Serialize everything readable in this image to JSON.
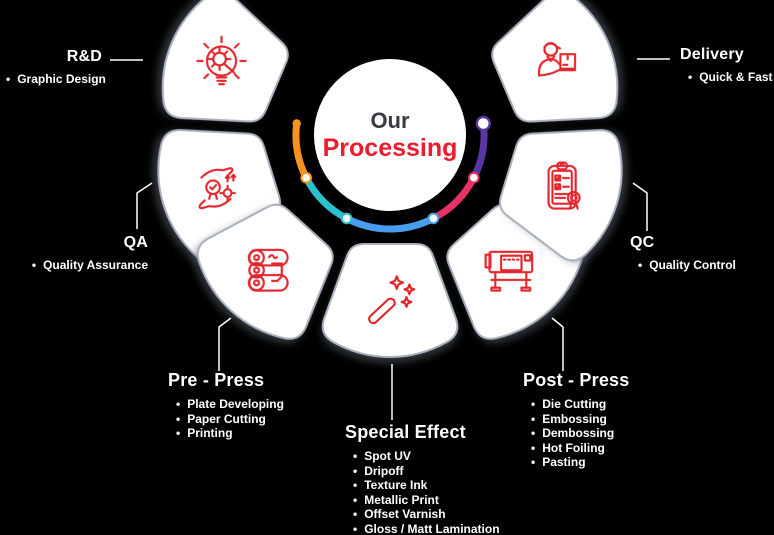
{
  "center": {
    "line1": "Our",
    "line2": "Processing"
  },
  "colors": {
    "bg": "#000000",
    "petal": "#FFFFFF",
    "petal_border": "#A9AFBC",
    "red": "#E4262C",
    "title_red": "#EC1B2D",
    "center_text": "#3A3A42",
    "label_text": "#FFFFFF",
    "orange": "#F7941E",
    "cyan": "#2BC0CE",
    "blue": "#4A9DEE",
    "pink": "#E73363",
    "purple": "#5A36A5"
  },
  "stages": [
    {
      "id": "rnd",
      "title": "R&D",
      "icon": "research-bulb-gear-icon",
      "items": [
        "Graphic Design"
      ]
    },
    {
      "id": "qa",
      "title": "QA",
      "icon": "quality-hands-badge-icon",
      "items": [
        "Quality Assurance"
      ]
    },
    {
      "id": "prepress",
      "title": "Pre - Press",
      "icon": "printing-rollers-icon",
      "items": [
        "Plate Developing",
        "Paper Cutting",
        "Printing"
      ]
    },
    {
      "id": "special",
      "title": "Special Effect",
      "icon": "magic-wand-icon",
      "items": [
        "Spot UV",
        "Dripoff",
        "Texture Ink",
        "Metallic Print",
        "Offset Varnish",
        "Gloss / Matt Lamination"
      ]
    },
    {
      "id": "postpress",
      "title": "Post - Press",
      "icon": "wide-format-printer-icon",
      "items": [
        "Die Cutting",
        "Embossing",
        "Dembossing",
        "Hot Foiling",
        "Pasting"
      ]
    },
    {
      "id": "qc",
      "title": "QC",
      "icon": "clipboard-check-icon",
      "items": [
        "Quality Control"
      ]
    },
    {
      "id": "delivery",
      "title": "Delivery",
      "icon": "delivery-person-box-icon",
      "items": [
        "Quick & Fast"
      ]
    }
  ]
}
